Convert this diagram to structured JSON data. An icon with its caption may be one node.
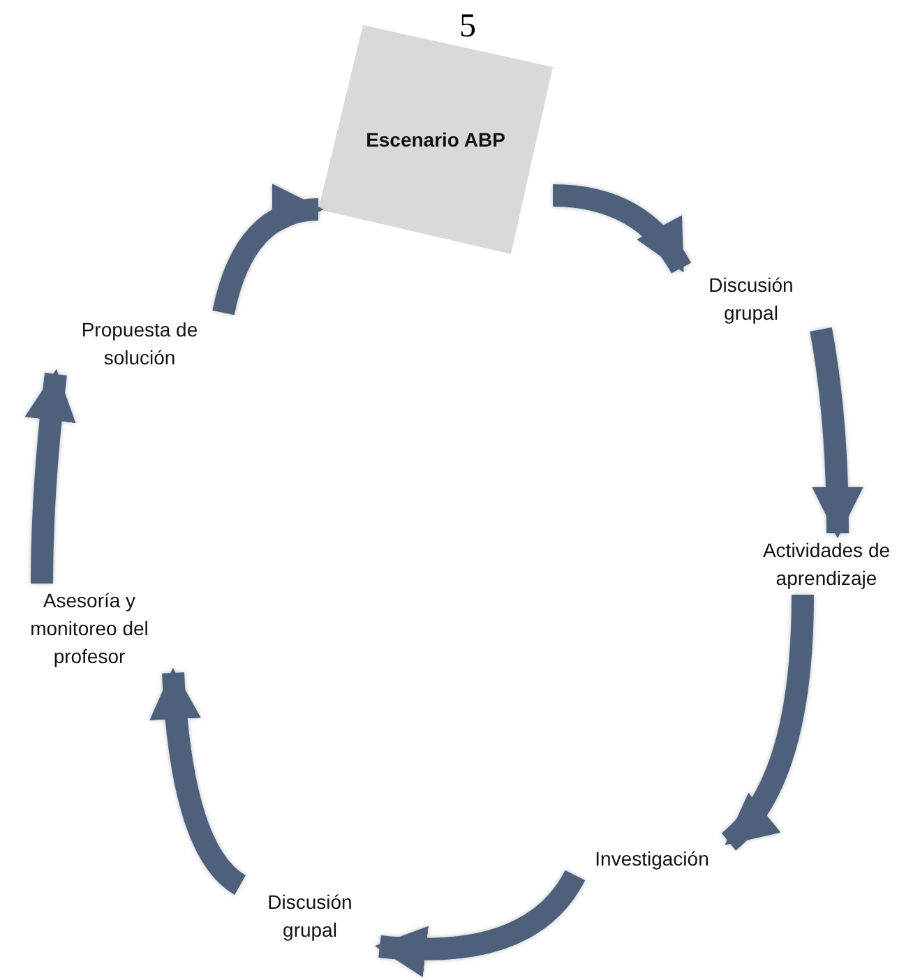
{
  "diagram": {
    "nodes": [
      {
        "text": [
          "Escenario ABP"
        ]
      },
      {
        "text": [
          "Discusión grupal"
        ]
      },
      {
        "text": [
          "Actividades de aprendizaje"
        ]
      },
      {
        "text": [
          "Investigación"
        ]
      },
      {
        "text": [
          "Discusión grupal"
        ]
      },
      {
        "text": [
          "Asesoría y monitoreo del profesor"
        ]
      },
      {
        "text": [
          "Propuesta de solución"
        ]
      }
    ],
    "edges": [
      {
        "from": 0,
        "to": 1,
        "arrow": "to"
      },
      {
        "from": 1,
        "to": 2,
        "arrow": "to"
      },
      {
        "from": 2,
        "to": 3,
        "arrow": "to"
      },
      {
        "from": 3,
        "to": 4,
        "arrow": "to"
      },
      {
        "from": 4,
        "to": 5,
        "arrow": "to"
      },
      {
        "from": 5,
        "to": 6,
        "arrow": "to"
      },
      {
        "from": 6,
        "to": 0,
        "arrow": "to"
      }
    ],
    "labels": [
      "5"
    ]
  }
}
